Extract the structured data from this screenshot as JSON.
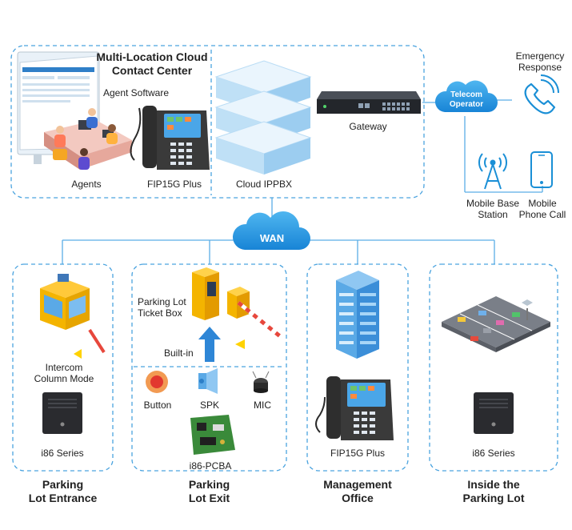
{
  "top": {
    "title_line1": "Multi-Location Cloud",
    "title_line2": "Contact Center",
    "agent_software": "Agent Software",
    "agents": "Agents",
    "phone": "FIP15G Plus",
    "cloud_ippbx": "Cloud IPPBX",
    "gateway": "Gateway"
  },
  "telecom": {
    "line1": "Telecom",
    "line2": "Operator"
  },
  "emergency": {
    "line1": "Emergency",
    "line2": "Response"
  },
  "mobile_base": {
    "line1": "Mobile Base",
    "line2": "Station"
  },
  "mobile_call": {
    "line1": "Mobile",
    "line2": "Phone Call"
  },
  "wan": "WAN",
  "entrance": {
    "mode_line1": "Intercom",
    "mode_line2": "Column Mode",
    "device": "i86 Series",
    "caption_line1": "Parking",
    "caption_line2": "Lot Entrance"
  },
  "exit": {
    "ticket_line1": "Parking Lot",
    "ticket_line2": "Ticket Box",
    "builtin": "Built-in",
    "button": "Button",
    "spk": "SPK",
    "mic": "MIC",
    "pcba": "i86-PCBA",
    "caption_line1": "Parking",
    "caption_line2": "Lot Exit"
  },
  "office": {
    "device": "FIP15G Plus",
    "caption_line1": "Management",
    "caption_line2": "Office"
  },
  "inside": {
    "device": "i86 Series",
    "caption_line1": "Inside the",
    "caption_line2": "Parking Lot"
  },
  "colors": {
    "accent": "#1a8fd6",
    "dashed": "#4aa3df",
    "wire": "#5aaee6",
    "cloud": "#1e95e0"
  }
}
